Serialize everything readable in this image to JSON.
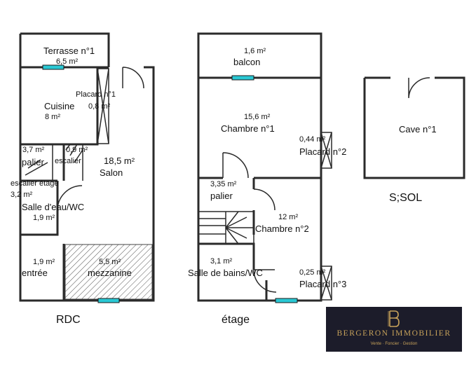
{
  "floors": {
    "rdc": "RDC",
    "etage": "étage",
    "sous_sol": "S;SOL"
  },
  "rdc_rooms": {
    "terrasse_name": "Terrasse n°1",
    "terrasse_area": "6,5 m²",
    "cuisine_name": "Cuisine",
    "cuisine_area": "8 m²",
    "placard1_name": "Placard n°1",
    "placard1_area": "0,8 m²",
    "palier_area": "3,7 m²",
    "palier_name": "palier",
    "escalier_area": "0,9 m²",
    "escalier_name": "escalier",
    "salon_area": "18,5 m²",
    "salon_name": "Salon",
    "escalier_etage_name": "escalier étage",
    "escalier_etage_area": "3,2 m²",
    "salle_eau_name": "Salle d'eau/WC",
    "salle_eau_area": "1,9 m²",
    "entree_area": "1,9 m²",
    "entree_name": "entrée",
    "mezzanine_area": "5,5 m²",
    "mezzanine_name": "mezzanine"
  },
  "etage_rooms": {
    "balcon_area": "1,6 m²",
    "balcon_name": "balcon",
    "chambre1_area": "15,6 m²",
    "chambre1_name": "Chambre n°1",
    "placard2_area": "0,44 m²",
    "placard2_name": "Placard n°2",
    "palier_area": "3,35 m²",
    "palier_name": "palier",
    "chambre2_area": "12 m²",
    "chambre2_name": "Chambre n°2",
    "sdb_area": "3,1 m²",
    "sdb_name": "Salle de bains/WC",
    "placard3_area": "0,25 m²",
    "placard3_name": "Placard n°3"
  },
  "sous_sol_rooms": {
    "cave_name": "Cave n°1"
  },
  "logo": {
    "brand": "BERGERON IMMOBILIER",
    "tagline": "Vente · Foncier · Gestion",
    "colors": {
      "background": "#1c1c2a",
      "gold": "#c7a25a"
    }
  },
  "colors": {
    "window": "#2ac8d4",
    "wall": "#2a2a2a"
  }
}
